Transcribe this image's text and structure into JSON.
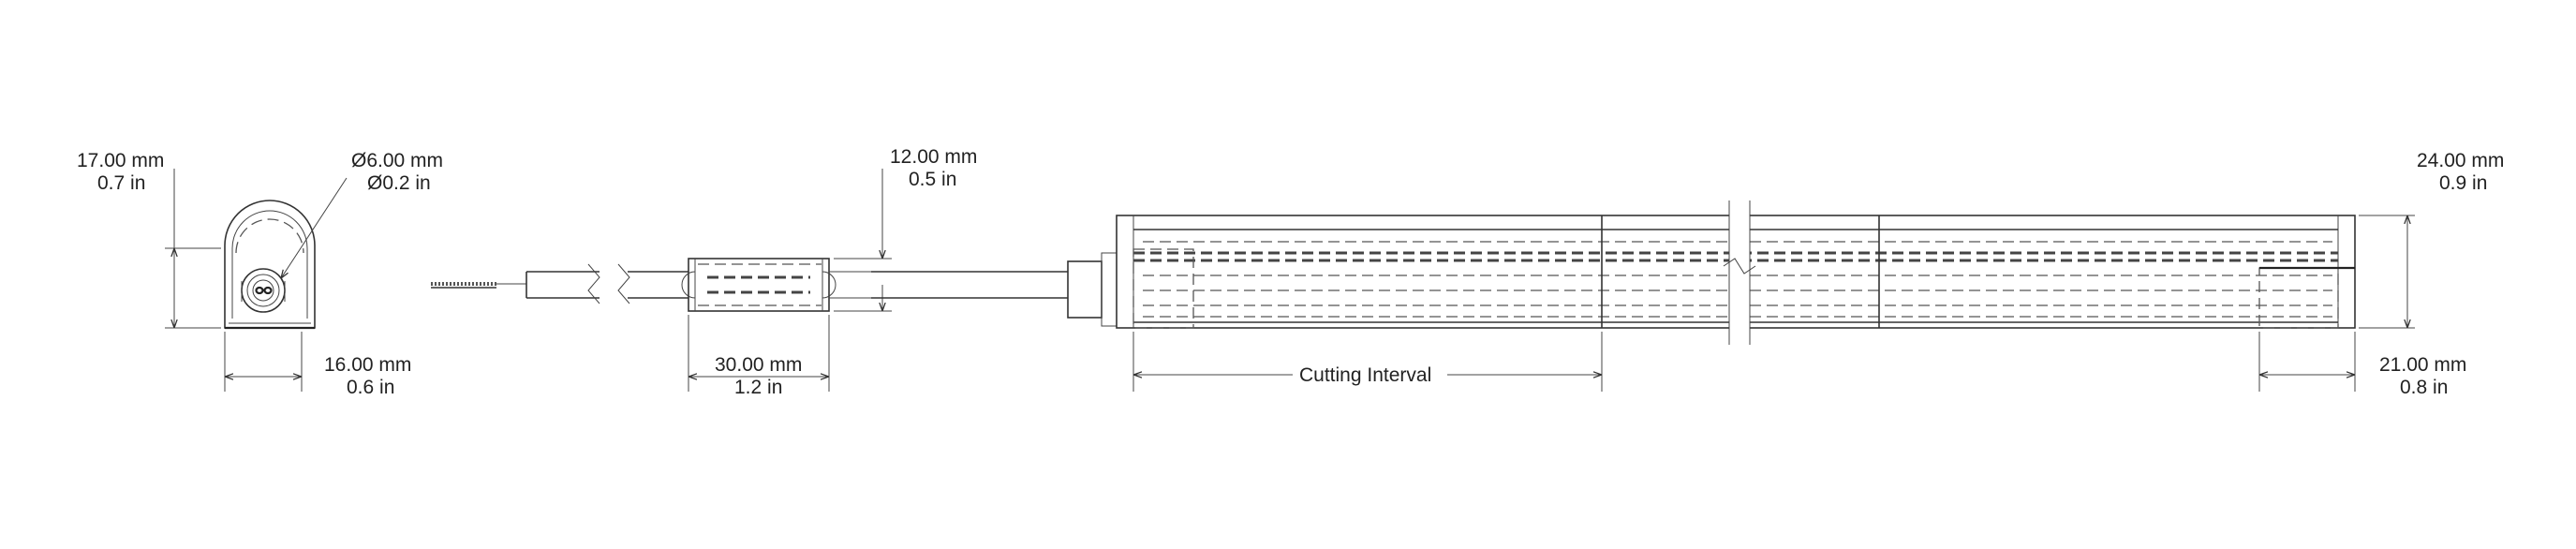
{
  "end_view": {
    "height_label_mm": "17.00 mm",
    "height_label_in": "0.7 in",
    "diameter_label_mm": "Ø6.00 mm",
    "diameter_label_in": "Ø0.2 in",
    "width_label_mm": "16.00 mm",
    "width_label_in": "0.6 in"
  },
  "connector": {
    "length_label_mm": "30.00 mm",
    "length_label_in": "1.2 in",
    "height_label_mm": "12.00 mm",
    "height_label_in": "0.5 in"
  },
  "strip": {
    "cutting_interval_label": "Cutting Interval",
    "height_label_mm": "24.00 mm",
    "height_label_in": "0.9 in",
    "end_cap_label_mm": "21.00 mm",
    "end_cap_label_in": "0.8 in"
  }
}
